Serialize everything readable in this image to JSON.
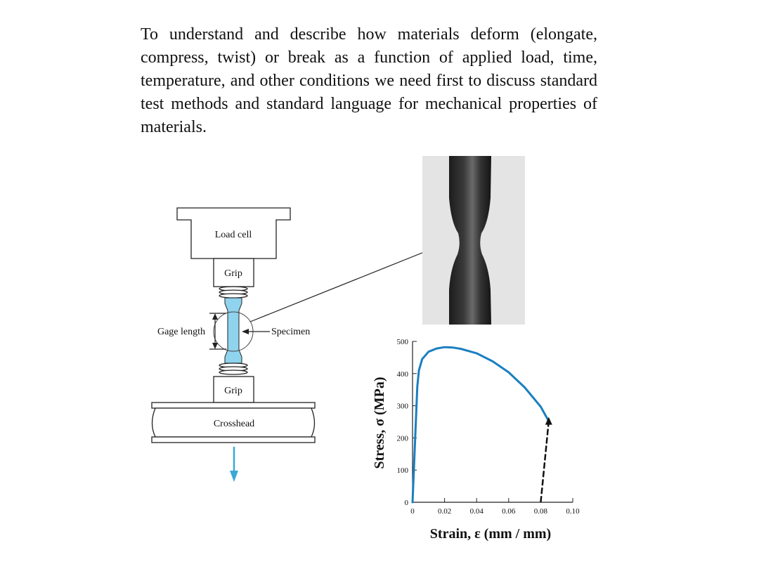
{
  "intro_text": "To understand and describe how materials deform (elongate, compress, twist) or break as a function of applied load, time, temperature, and other conditions we need first to discuss standard test methods and standard language for mechanical properties of materials.",
  "diagram": {
    "load_cell": "Load cell",
    "grip_top": "Grip",
    "grip_bottom": "Grip",
    "gage_length": "Gage length",
    "specimen": "Specimen",
    "crosshead": "Crosshead"
  },
  "colors": {
    "specimen_fill": "#8fd3ee",
    "curve": "#1a7fc0",
    "arrow": "#3aa8d6"
  },
  "chart_data": {
    "type": "line",
    "xlabel": "Strain, ε (mm / mm)",
    "ylabel": "Stress, σ (MPa)",
    "xlim": [
      0,
      0.1
    ],
    "ylim": [
      0,
      500
    ],
    "x_ticks": [
      "0",
      "0.02",
      "0.04",
      "0.06",
      "0.08",
      "0.10"
    ],
    "y_ticks": [
      "0",
      "100",
      "200",
      "300",
      "400",
      "500"
    ],
    "series": [
      {
        "style": "solid",
        "x": [
          0,
          0.0015,
          0.003,
          0.004,
          0.006,
          0.01,
          0.015,
          0.02,
          0.025,
          0.03,
          0.04,
          0.05,
          0.06,
          0.07,
          0.08,
          0.085
        ],
        "y": [
          0,
          180,
          360,
          410,
          445,
          468,
          478,
          482,
          481,
          477,
          463,
          438,
          404,
          357,
          297,
          252
        ]
      },
      {
        "style": "dashed",
        "x": [
          0.085,
          0.08
        ],
        "y": [
          252,
          0
        ]
      }
    ]
  }
}
